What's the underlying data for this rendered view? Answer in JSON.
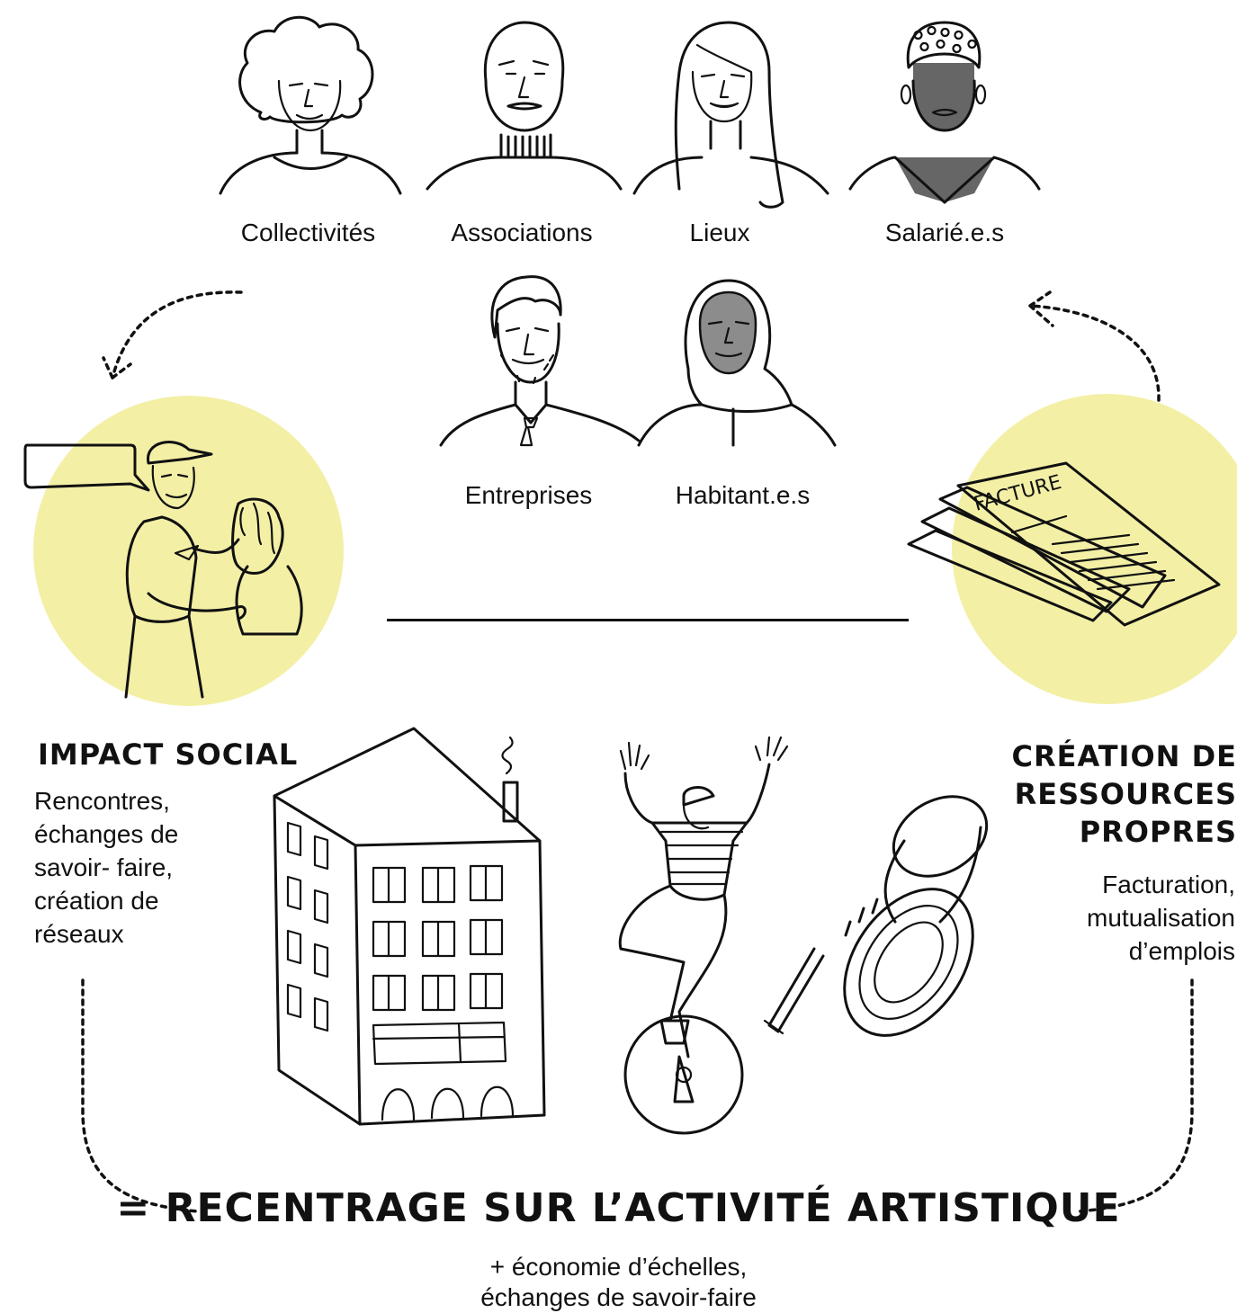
{
  "people_row1": [
    "Collectivités",
    "Associations",
    "Lieux",
    "Salarié.e.s"
  ],
  "people_row2": [
    "Entreprises",
    "Habitant.e.s"
  ],
  "impact": {
    "title": "IMPACT SOCIAL",
    "lines": [
      "Rencontres,",
      "échanges de",
      "savoir- faire,",
      "création de",
      "réseaux"
    ]
  },
  "ressources": {
    "title_lines": [
      "CRÉATION DE",
      "RESSOURCES",
      "PROPRES"
    ],
    "lines": [
      "Facturation,",
      "mutualisation",
      "d’emplois"
    ]
  },
  "invoice_label": "FACTURE",
  "conclusion": "= RECENTRAGE SUR L’ACTIVITÉ ARTISTIQUE",
  "conclusion_sub": [
    "+ économie d’échelles,",
    "échanges de savoir-faire"
  ],
  "colors": {
    "highlight": "#f3f0a6",
    "ink": "#111111",
    "skin_dark": "#666666",
    "skin_medium": "#8c8c8c"
  }
}
